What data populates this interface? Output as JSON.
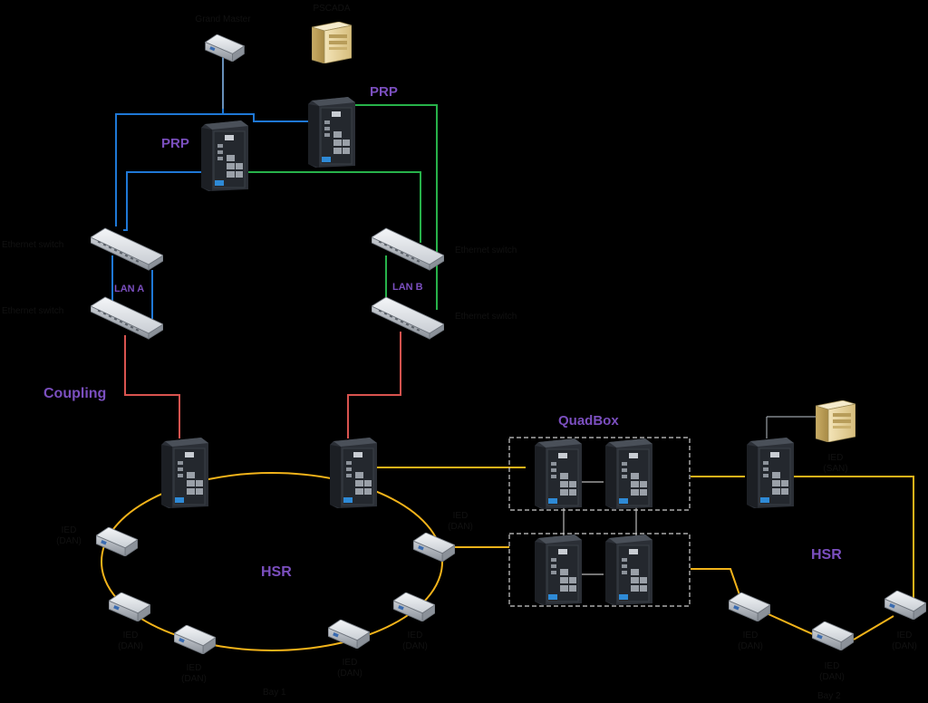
{
  "labels": {
    "grand_master": "Grand Master",
    "pscada": "PSCADA",
    "prp_top": "PRP",
    "prp_left": "PRP",
    "eth_switch_1": "Ethernet switch",
    "eth_switch_2": "Ethernet switch",
    "eth_switch_3": "Ethernet switch",
    "eth_switch_4": "Ethernet switch",
    "lan_a": "LAN A",
    "lan_b": "LAN B",
    "coupling": "Coupling",
    "quadbox": "QuadBox",
    "hsr_1": "HSR",
    "hsr_2": "HSR",
    "bay_1": "Bay 1",
    "bay_2": "Bay 2",
    "ied": "IED",
    "dan": "(DAN)",
    "san": "(SAN)"
  },
  "colors": {
    "background": "#000000",
    "lan_a": "#1f78d6",
    "lan_b": "#27b24a",
    "coupling": "#d9534f",
    "hsr": "#f2b31a",
    "title_purple": "#7b4fbf",
    "bay_red": "#e0453c"
  }
}
